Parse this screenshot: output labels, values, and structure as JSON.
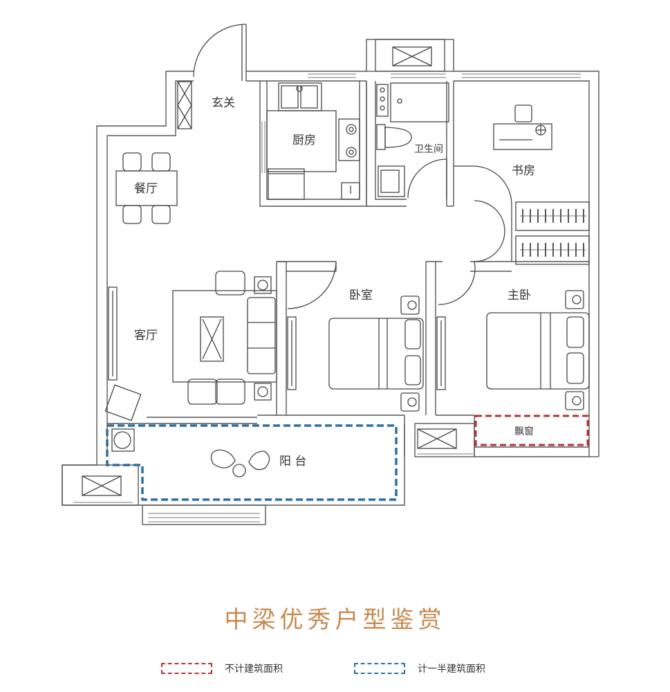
{
  "rooms": {
    "entrance": "玄关",
    "kitchen": "厨房",
    "bathroom": "卫生间",
    "study": "书房",
    "dining": "餐厅",
    "living": "客厅",
    "bedroom": "卧室",
    "master_bedroom": "主卧",
    "bay_window": "飘窗",
    "balcony": "阳 台"
  },
  "title": "中梁优秀户型鉴赏",
  "legend": [
    {
      "label": "不计建筑面积",
      "color": "#b4323a"
    },
    {
      "label": "计一半建筑面积",
      "color": "#2f6e9e"
    }
  ]
}
